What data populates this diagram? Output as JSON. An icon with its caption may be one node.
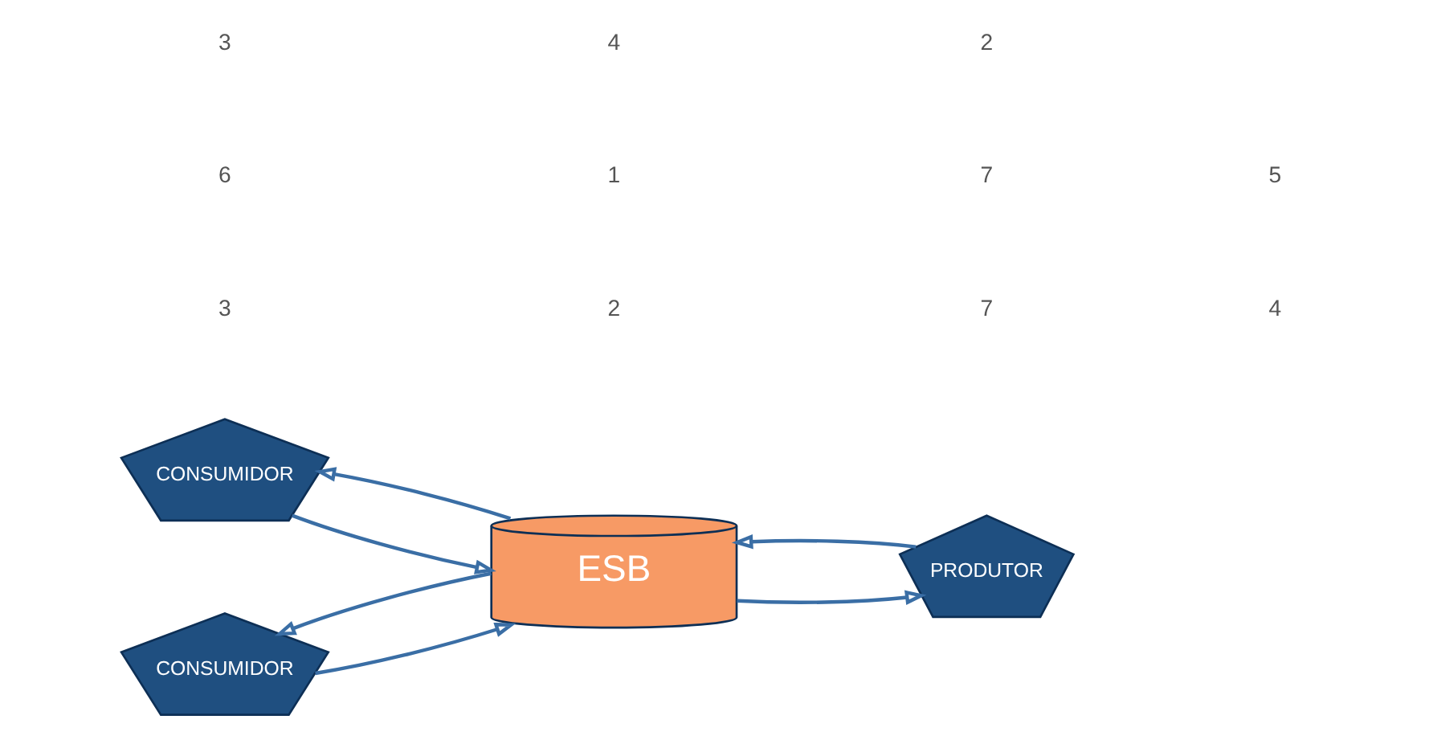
{
  "diagram": {
    "nodes": [
      {
        "text": [
          "CONSUMIDOR"
        ]
      },
      {
        "text": [
          "ESB"
        ]
      },
      {
        "text": [
          "PRODUTOR"
        ]
      },
      {
        "text": [
          "CONSUMIDOR"
        ]
      }
    ],
    "edges": [
      {
        "from": 1,
        "to": 0,
        "arrow": "to"
      },
      {
        "from": 0,
        "to": 1,
        "arrow": "to"
      },
      {
        "from": 3,
        "to": 1,
        "arrow": "to"
      },
      {
        "from": 1,
        "to": 3,
        "arrow": "to"
      },
      {
        "from": 2,
        "to": 1,
        "arrow": "to"
      },
      {
        "from": 1,
        "to": 2,
        "arrow": "to"
      }
    ],
    "labels": [
      "3",
      "2",
      "7",
      "4",
      "6",
      "1",
      "7",
      "5",
      "3",
      "4",
      "2"
    ]
  }
}
